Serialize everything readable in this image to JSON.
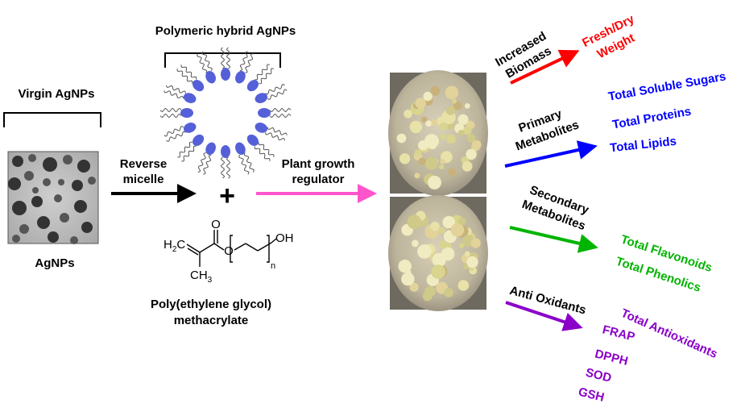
{
  "left": {
    "virgin_label": "Virgin AgNPs",
    "agnps_label": "AgNPs",
    "arrow_label_line1": "Reverse",
    "arrow_label_line2": "micelle"
  },
  "center": {
    "hybrid_label": "Polymeric hybrid AgNPs",
    "plus_sign": "+",
    "monomer_line1": "Poly(ethylene glycol)",
    "monomer_line2": "methacrylate",
    "structure": {
      "h2c": "H",
      "h2c_sub": "2",
      "h2c_c": "C",
      "carbonyl_o": "O",
      "ether_o": "O",
      "hydroxyl": "OH",
      "ch3": "CH",
      "ch3_sub": "3",
      "repeat_n": "n"
    },
    "arrow_label_line1": "Plant growth",
    "arrow_label_line2": "regulator"
  },
  "outcomes": [
    {
      "category_lines": [
        "Increased",
        "Biomass"
      ],
      "color": "#ff0000",
      "results": [
        "Fresh/Dry",
        "Weight"
      ]
    },
    {
      "category_lines": [
        "Primary",
        "Metabolites"
      ],
      "color": "#0000ff",
      "results": [
        "Total Soluble Sugars",
        "Total Proteins",
        "Total Lipids"
      ]
    },
    {
      "category_lines": [
        "Secondary",
        "Metabolites"
      ],
      "color": "#00b400",
      "results": [
        "Total Flavonoids",
        "Total Phenolics"
      ]
    },
    {
      "category_lines": [
        "Anti Oxidants"
      ],
      "color": "#8a00c8",
      "results": [
        "Total Antioxidants",
        "FRAP",
        "DPPH",
        "SOD",
        "GSH"
      ]
    }
  ],
  "colors": {
    "micelle_bead": "#5560d8",
    "pink_arrow": "#ff55cc",
    "black_arrow": "#000000"
  }
}
